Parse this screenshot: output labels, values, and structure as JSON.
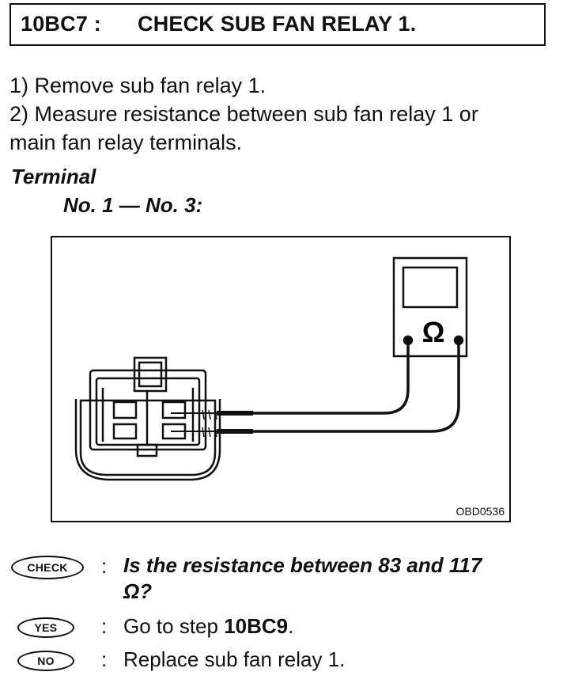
{
  "header": {
    "step_code": "10BC7 :",
    "title": "CHECK SUB FAN RELAY 1."
  },
  "steps": [
    "1)  Remove sub fan relay 1.",
    "2)  Measure resistance between sub fan relay 1 or",
    "main fan relay terminals."
  ],
  "terminal": {
    "heading": "Terminal",
    "pair": "No. 1 — No. 3:"
  },
  "figure": {
    "code": "OBD0536",
    "meter_symbol": "Ω"
  },
  "check": {
    "badge": "CHECK",
    "separator": ":",
    "question_line1": "Is the resistance between 83 and 117",
    "question_line2": "Ω?"
  },
  "yes": {
    "badge": "YES",
    "separator": ":",
    "text_prefix": "Go to step ",
    "target": "10BC9",
    "text_suffix": "."
  },
  "no": {
    "badge": "NO",
    "separator": ":",
    "text": "Replace sub fan relay 1."
  },
  "colors": {
    "ink": "#111111",
    "paper": "#ffffff"
  }
}
